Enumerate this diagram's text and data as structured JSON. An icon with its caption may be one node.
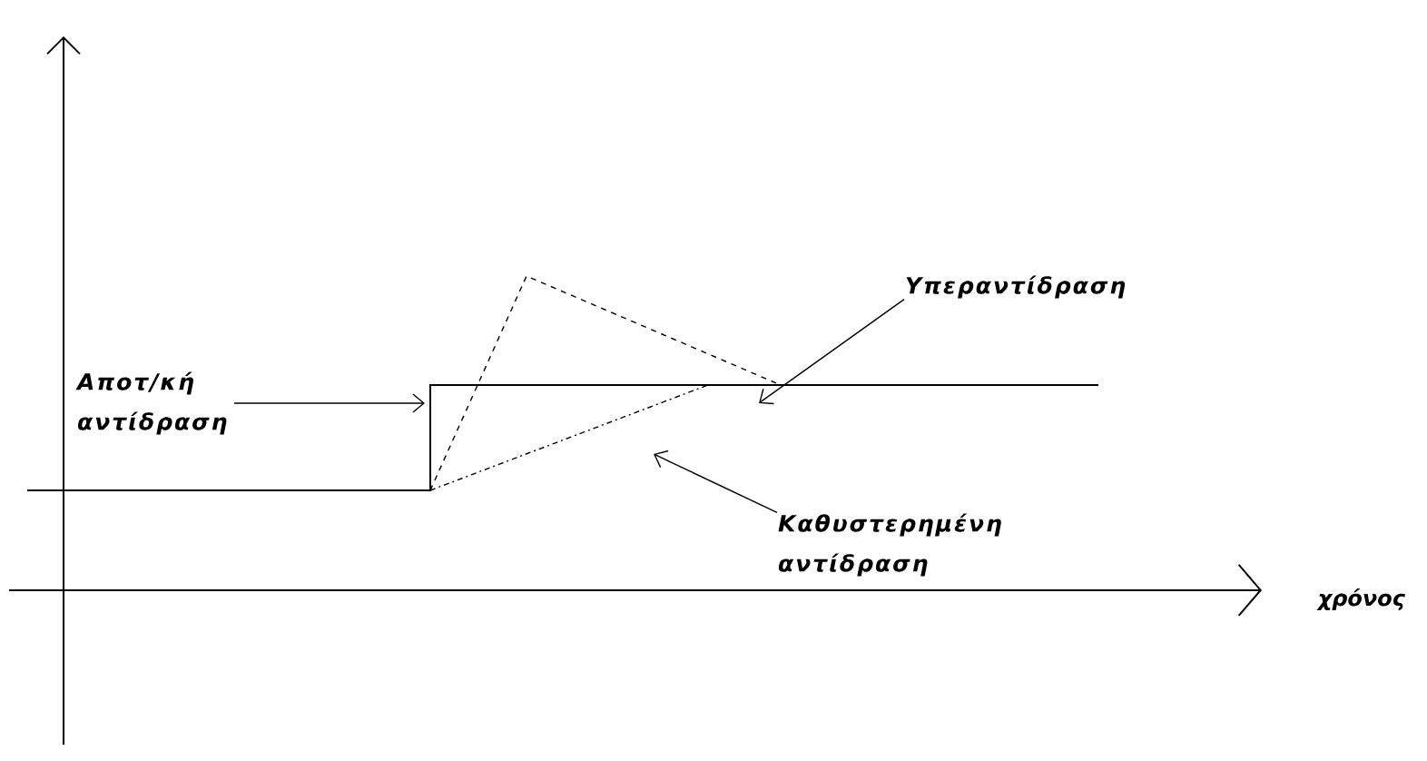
{
  "diagram": {
    "nodes": [
      {
        "text": [
          "Υπεραντίδραση"
        ]
      },
      {
        "text": [
          "Αποτ/κή αντίδραση"
        ]
      },
      {
        "text": [
          "Καθυστερημένη αντίδραση"
        ]
      },
      {
        "text": [],
        "shape": "line"
      },
      {
        "text": [],
        "shape": "line"
      },
      {
        "text": [],
        "shape": "line"
      }
    ],
    "edges": [
      {
        "from": 0,
        "to": 3,
        "arrow": "to"
      },
      {
        "from": 1,
        "to": 4,
        "arrow": "to"
      },
      {
        "from": 2,
        "to": 5,
        "arrow": "to"
      }
    ],
    "labels": [
      "χρόνος"
    ]
  }
}
